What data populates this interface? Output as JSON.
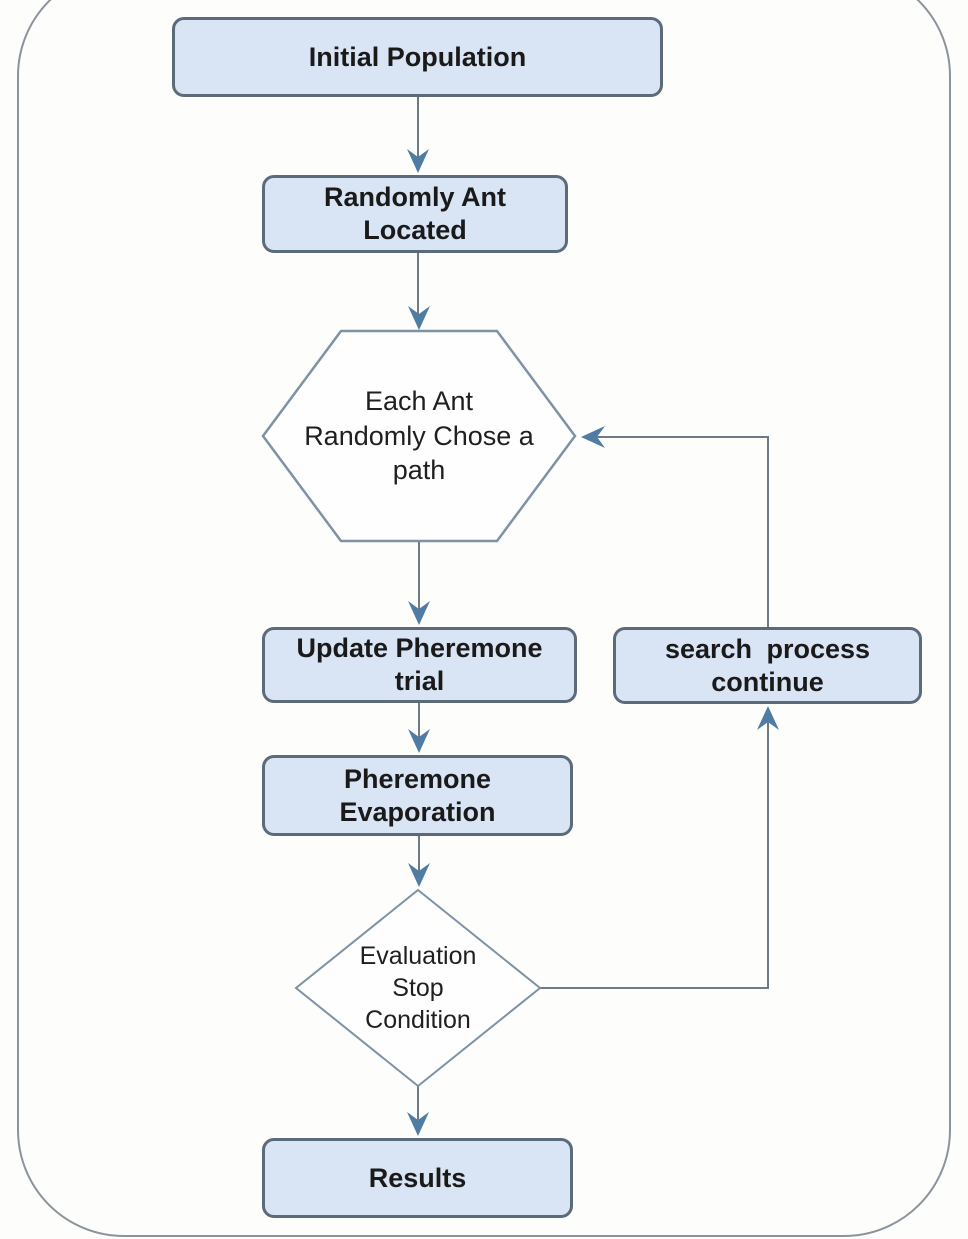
{
  "diagram": {
    "type": "flowchart",
    "nodes": {
      "initial_population": {
        "label": [
          "Initial Population"
        ],
        "shape": "rounded-rect"
      },
      "randomly_ant_located": {
        "label": [
          "Randomly Ant",
          "Located"
        ],
        "shape": "rounded-rect"
      },
      "each_ant_randomly_chose_a_path": {
        "label": [
          "Each Ant",
          "Randomly Chose a",
          "path"
        ],
        "shape": "hexagon"
      },
      "update_pheremone_trial": {
        "label": [
          "Update Pheremone",
          "trial"
        ],
        "shape": "rounded-rect"
      },
      "pheremone_evaporation": {
        "label": [
          "Pheremone",
          "Evaporation"
        ],
        "shape": "rounded-rect"
      },
      "evaluation_stop_condition": {
        "label": [
          "Evaluation",
          "Stop",
          "Condition"
        ],
        "shape": "diamond"
      },
      "results": {
        "label": [
          "Results"
        ],
        "shape": "rounded-rect"
      },
      "search_process_continue": {
        "label": [
          "search  process",
          "continue"
        ],
        "shape": "rounded-rect"
      }
    },
    "edges": [
      "initial_population -> randomly_ant_located",
      "randomly_ant_located -> each_ant_randomly_chose_a_path",
      "each_ant_randomly_chose_a_path -> update_pheremone_trial",
      "update_pheremone_trial -> pheremone_evaporation",
      "pheremone_evaporation -> evaluation_stop_condition",
      "evaluation_stop_condition -> results",
      "evaluation_stop_condition -> search_process_continue",
      "search_process_continue -> each_ant_randomly_chose_a_path"
    ],
    "colors": {
      "box_fill": "#d9e4f5",
      "box_border": "#5c6b7a",
      "shape_fill": "#fefefe",
      "shape_border": "#7e92a6",
      "connector_line": "#6e7a85",
      "arrowhead": "#4e7ca3",
      "outer_frame_border": "#8b949c",
      "background": "#fdfdfb",
      "text": "#1a1a1a"
    }
  }
}
